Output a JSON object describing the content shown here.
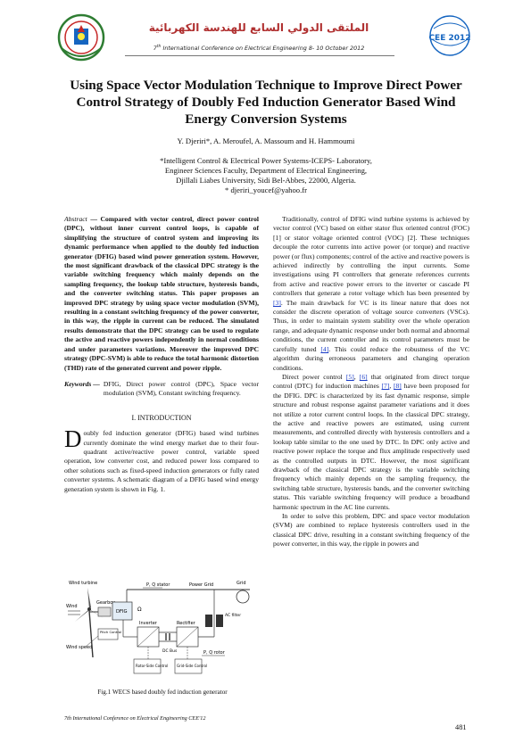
{
  "header": {
    "arabic_title": "الملتقى الدولي السابع للهندسة الكهربائية",
    "conf_pre": "7",
    "conf_sup": "th",
    "conf_text": " International Conference on Electrical Engineering 8- 10 October 2012",
    "logo_right_text": "CEE 2012"
  },
  "paper": {
    "title": "Using Space Vector Modulation Technique to Improve Direct Power Control Strategy of Doubly Fed Induction Generator Based Wind Energy Conversion Systems",
    "authors": "Y. Djeriri*, A. Meroufel, A. Massoum and H. Hammoumi",
    "affiliation": [
      "*Intelligent Control & Electrical Power Systems-ICEPS- Laboratory,",
      "Engineer Sciences Faculty, Department of Electrical Engineering,",
      "Djillali Liabes University, Sidi Bel-Abbes, 22000, Algeria.",
      "* djeriri_youcef@yahoo.fr"
    ],
    "abstract_label": "Abstract",
    "abstract_body": " — Compared with vector control, direct power control (DPC), without inner current control loops, is capable of simplifying the structure of control system and improving its dynamic performance when applied to the doubly fed induction generator (DFIG) based wind power generation system. However, the most significant drawback of the classical DPC strategy is the variable switching frequency which mainly depends on the sampling frequency, the lookup table structure, hysteresis bands, and the converter switching status. This paper proposes an improved DPC strategy by using space vector modulation (SVM), resulting in a constant switching frequency of the power converter, in this way, the ripple in current can be reduced. The simulated results demonstrate that the DPC strategy can be used to regulate the active and reactive powers independently in normal conditions and under parameters variations. Moreover the improved DPC strategy (DPC-SVM) is able to reduce the total harmonic distortion (THD) rate of the generated current and power ripple.",
    "keywords_label": "Keywords —",
    "keywords_text": "DFIG, Direct power control (DPC), Space vector modulation (SVM), Constant switching frequency.",
    "section_title": "I.   INTRODUCTION",
    "intro_dropcap": "D",
    "intro_text": "oubly fed induction generator (DFIG) based wind turbines currently dominate the wind energy market due to their four-quadrant active/reactive power control, variable speed operation, low converter cost, and reduced power loss compared to other solutions such as fixed-speed induction generators or fully rated converter systems. A schematic diagram of a DFIG based wind energy generation system is shown in Fig. 1.",
    "right_col": {
      "p1a": "Traditionally, control of DFIG wind turbine systems is achieved by vector control (VC) based on either stator flux oriented control (FOC) [1] or stator voltage oriented control (VOC) [2]. These techniques decouple the rotor currents into active power (or torque) and reactive power (or flux) components; control of the active and reactive powers is achieved indirectly by controlling the input currents. Some investigations using PI controllers that generate references currents from active and reactive power errors to the inverter or cascade PI controllers that generate a rotor voltage which has been presented by ",
      "ref3": "[3]",
      "p1b": ". The main drawback for VC is its linear nature that does not consider the discrete operation of voltage source converters (VSCs). Thus, in order to maintain system stability over the whole operation range, and adequate dynamic response under both normal and abnormal conditions, the current controller and its control parameters must be carefully tuned ",
      "ref4": "[4]",
      "p1c": ". This could reduce the robustness of the VC algorithm during erroneous parameters and changing operation conditions.",
      "p2a": "Direct power control ",
      "ref5": "[5]",
      "p2b": ", ",
      "ref6": "[6]",
      "p2c": " that originated from direct torque control (DTC) for induction machines ",
      "ref7": "[7]",
      "p2d": ", ",
      "ref8": "[8]",
      "p2e": " have been proposed for the DFIG. DPC is characterized by its fast dynamic response, simple structure and robust response against parameter variations and it does not utilize a rotor current control loops. In the classical DPC strategy, the active and reactive powers are estimated, using current measurements, and controlled directly with hysteresis controllers and a lookup table similar to the one used by DTC. In DPC only active and reactive power replace the torque and flux amplitude respectively used as the controlled outputs in DTC. However, the most significant drawback of the classical DPC strategy is the variable switching frequency which mainly depends on the sampling frequency, the switching table structure, hysteresis bands, and the converter switching status. This variable switching frequency will produce a broadband harmonic spectrum in the AC line currents.",
      "p3": "In order to solve this problem, DPC and space vector modulation (SVM) are combined to replace hysteresis controllers used in the classical DPC drive, resulting in a constant switching frequency of the power converter, in this way, the ripple in powers and"
    },
    "figure": {
      "caption": "Fig.1   WECS based doubly fed induction generator",
      "labels": {
        "wind_turbine": "Wind turbine",
        "ps_stator": "P, Q stator",
        "power_grid": "Power Grid",
        "grid": "Grid",
        "wind": "Wind",
        "gearbox": "Gearbox",
        "dfig": "DFIG",
        "omega": "Ω",
        "ac_filter": "AC filter",
        "inverter": "Inverter",
        "rectifier": "Rectifier",
        "pitch_control": "Pitch Control",
        "dc_bus": "DC Bus",
        "wind_speed": "Wind speed",
        "rotor_side": "Rotor-Side Control",
        "grid_side": "Grid-Side Control",
        "pq_rotor": "P, Q rotor"
      }
    },
    "footer": "7th International Conference on Electrical Engineering CEE'12",
    "page_number": "481"
  }
}
